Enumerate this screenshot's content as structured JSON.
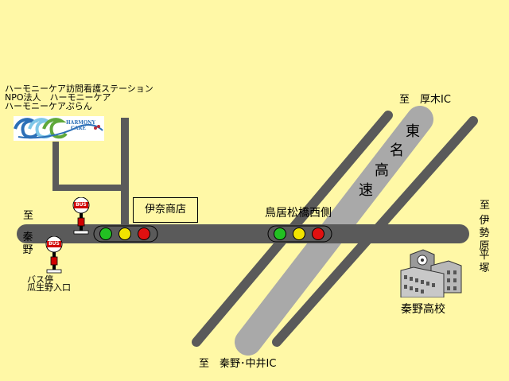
{
  "title": {
    "line1": "ハーモニーケア訪問看護ステーション",
    "line2": "NPO法人　ハーモニーケア",
    "line3": "ハーモニーケアぷらん"
  },
  "logo": {
    "text_line1": "HARMONY",
    "text_line2": "CARE",
    "colors": [
      "#2C6FB7",
      "#7FC7E8",
      "#5FA83A",
      "#B72B3B"
    ]
  },
  "labels": {
    "atsugi": "至　厚木IC",
    "hadano_nakai": "至　秦野･中井IC",
    "left_to": "至",
    "left_hadano": "秦野",
    "right_to": "至",
    "right_isehara": "伊勢原",
    "right_hiratsuka": "平塚",
    "tomei": [
      "東",
      "名",
      "高",
      "速"
    ],
    "shop": "伊奈商店",
    "intersection": "鳥居松橋西側",
    "school": "秦野高校",
    "bus_stop_line1": "バス停",
    "bus_stop_line2": "瓜生野入口"
  },
  "bus_sign_text": "BUS",
  "colors": {
    "background": "#FFF8A6",
    "road": "#5A5A5A",
    "highway": "#A9A9A9",
    "signal_green": "#22C022",
    "signal_yellow": "#F2E400",
    "signal_red": "#E01010",
    "bus_red": "#D00000"
  },
  "icons": [
    "bus-stop-icon",
    "traffic-light-icon",
    "school-building-icon",
    "harmony-care-logo"
  ]
}
